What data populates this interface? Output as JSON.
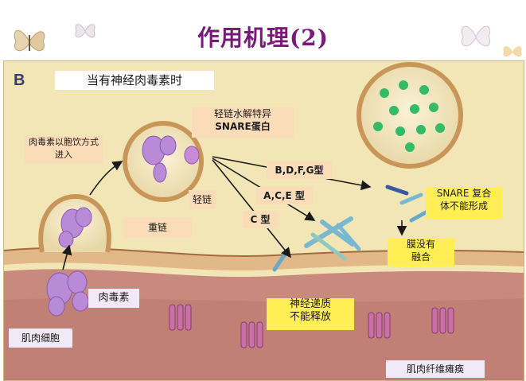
{
  "header": {
    "title": "作用机理(2)"
  },
  "panel": {
    "letter": "B",
    "caption": "当有神经肉毒素时"
  },
  "labels": {
    "endocytosis": "肉毒素以胞饮方式进入",
    "hydrolysis_line1": "轻链水解特异",
    "hydrolysis_line2": "SNARE蛋白",
    "bdfg": "B,D,F,G型",
    "ace": "A,C,E 型",
    "c_type": "C 型",
    "light_chain": "轻链",
    "heavy_chain": "重链",
    "snare_line1": "SNARE 复合",
    "snare_line2": "体不能形成",
    "membrane_line1": "膜没有",
    "membrane_line2": "融合",
    "toxin": "肉毒素",
    "neuro_line1": "神经递质",
    "neuro_line2": "不能释放",
    "muscle_cell": "肌肉细胞",
    "paralysis": "肌肉纤维瘫痪"
  },
  "colors": {
    "title": "#7a1a78",
    "background": "#f3e6b6",
    "membrane": "#c9965a",
    "cytoplasm": "#c78a82",
    "toxin": "#b98ad6",
    "vesicle_dots": "#33bb66",
    "label_peach": "#fbdcb8",
    "label_yellow": "#ffee55"
  },
  "decor": {
    "butterfly": "butterfly-icon"
  }
}
